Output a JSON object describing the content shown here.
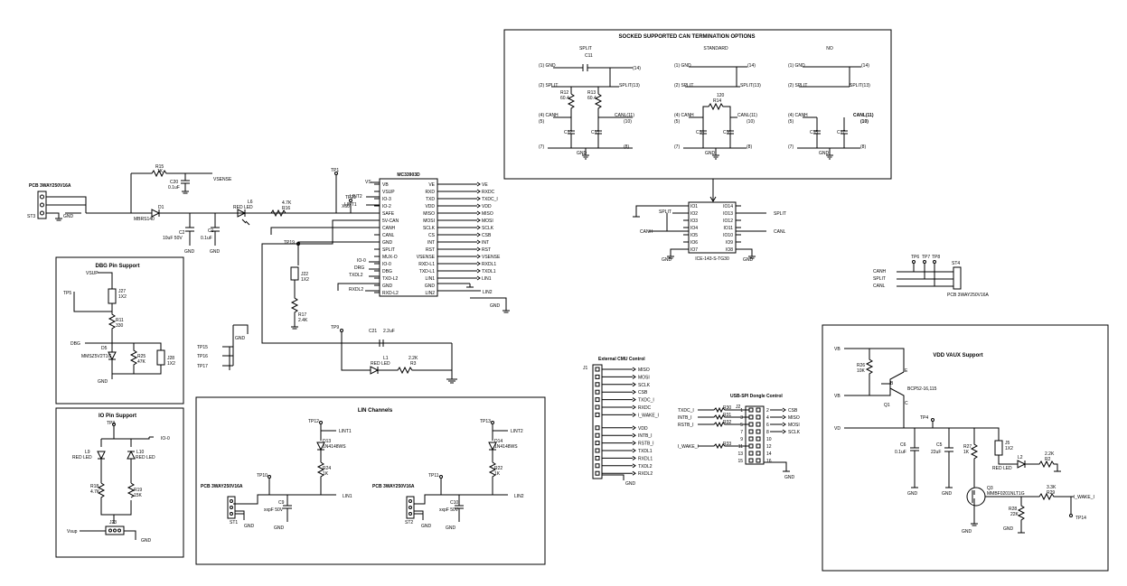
{
  "ic": {
    "part": "MC33903D",
    "left_pins": [
      "VB",
      "VSUP",
      "IO-3",
      "IO-2",
      "SAFE",
      "5V-CAN",
      "CANH",
      "CANL",
      "GND",
      "SPLIT",
      "MUX-O",
      "IO-0",
      "DBG",
      "TXD-L2",
      "GND",
      "RXD-L2"
    ],
    "right_pins": [
      "VE",
      "RXD",
      "TXD",
      "VDD",
      "MISO",
      "MOSI",
      "SCLK",
      "CS",
      "INT",
      "RST",
      "VSENSE",
      "RXD-L1",
      "TXD-L1",
      "LIN1",
      "GND",
      "LIN2"
    ],
    "right_nets": [
      "VE",
      "RXDC",
      "TXDC_I",
      "VDD",
      "MISO",
      "MOSI",
      "SCLK",
      "CSB",
      "INT",
      "RST",
      "VSENSE",
      "RXDL1",
      "TXDL1",
      "LIN1",
      "",
      ""
    ]
  },
  "main": {
    "pcb_label": "PCB 3WAY250V16A",
    "st3": "ST3",
    "gnd": "GND",
    "r15": [
      "R15",
      "1K"
    ],
    "c20": [
      "C20",
      "0.1uF"
    ],
    "vsense": "VSENSE",
    "d1": [
      "D1",
      "MBRS140"
    ],
    "c2": [
      "C2",
      "10uF 50V"
    ],
    "c1": [
      "C1",
      "0.1uF"
    ],
    "l6": [
      "L6",
      "RED LED"
    ],
    "r16": [
      "4.7K",
      "R16"
    ],
    "tp1": "TP1",
    "tp21": "TP21",
    "x60": "X60",
    "vs": "VS",
    "lint2": "LINT2",
    "lint1": "LINT1",
    "tp19": "TP19",
    "j22": [
      "J22",
      "1X2"
    ],
    "r17": [
      "R17",
      "2.4K"
    ],
    "io0": "IO-0",
    "drg": "DRG",
    "txdl2": "TXDL2",
    "rxdl2": "RXDL2",
    "lin2": "LIN2",
    "tp9": "TP9",
    "c21": [
      "C21",
      "2.2uF"
    ],
    "l1": [
      "L1",
      "RED LED"
    ],
    "r3": [
      "2.2K",
      "R3"
    ],
    "tp15": "TP15",
    "tp16": "TP16",
    "tp17": "TP17"
  },
  "can": {
    "title": "SOCKED SUPPORTED CAN TERMINATION OPTIONS",
    "opt1": "SPLIT",
    "opt2": "STANDARD",
    "opt3": "NO",
    "c11": "C11",
    "pins_l": [
      "(1) GND",
      "(2) SPLIT",
      "(4) CANH",
      "(5)",
      "(7)"
    ],
    "pins_r": [
      "(14)",
      "SPLIT(13)",
      "CANL(11)",
      "(10)",
      "(8)"
    ],
    "r12": [
      "R12",
      "60.4"
    ],
    "r13": [
      "R13",
      "60.4"
    ],
    "r14": [
      "120",
      "R14"
    ],
    "c12": "C12",
    "c13": "C13",
    "c14": "C14",
    "c16": "C16",
    "c15": "C15",
    "c17": "C17",
    "gnd": "GND"
  },
  "socket": {
    "part": "ICE-143-S-TG30",
    "left": [
      "IO1",
      "IO2",
      "IO3",
      "IO4",
      "IO5",
      "IO6",
      "IO7"
    ],
    "right": [
      "IO14",
      "IO13",
      "IO12",
      "IO11",
      "IO10",
      "IO9",
      "IO8"
    ],
    "split": "SPLIT",
    "canh": "CANH",
    "canl": "CANL",
    "gnd": "GND"
  },
  "st4": {
    "tp6": "TP6",
    "tp7": "TP7",
    "tp8": "TP8",
    "st4": "ST4",
    "nets": [
      "CANH",
      "SPLIT",
      "CANL"
    ],
    "pcb": "PCB 3WAY250V16A"
  },
  "dbg": {
    "title": "DBG Pin Support",
    "vsup": "VSUP",
    "tp5": "TP5",
    "j27": [
      "J27",
      "1X2"
    ],
    "r11": [
      "R11",
      "330"
    ],
    "dbg": "DBG",
    "d5": [
      "D5",
      "MMSZ5V2T1G"
    ],
    "r25": [
      "R25",
      "47K"
    ],
    "j28": [
      "J28",
      "1X2"
    ],
    "gnd": "GND"
  },
  "io": {
    "title": "IO Pin Support",
    "tp3": "TP3",
    "io0": "IO-0",
    "l9": [
      "L9",
      "RED LED"
    ],
    "l10": [
      "L10",
      "RED LED"
    ],
    "r18": [
      "R18",
      "4.7K"
    ],
    "r19": [
      "R19",
      "15K"
    ],
    "vsup": "Vsup",
    "j23": "J23",
    "gnd": "GND"
  },
  "lin": {
    "title": "LIN Channels",
    "tp12": "TP12",
    "lint1": "LINT1",
    "d13": [
      "D13",
      "1N4148WS"
    ],
    "r24": [
      "R24",
      "1K"
    ],
    "tp10": "TP10",
    "lin1": "LIN1",
    "pcb": "PCB 3WAY250V16A",
    "st1": "ST1",
    "c9": [
      "C9",
      "xxpF 50V"
    ],
    "gnd": "GND",
    "tp13": "TP13",
    "lint2": "LINT2",
    "d14": [
      "D14",
      "1N4148WS"
    ],
    "r22": [
      "R22",
      "1K"
    ],
    "tp11": "TP11",
    "lin2": "LIN2",
    "st2": "ST2",
    "c10": [
      "C10",
      "xxpF 50V"
    ]
  },
  "mcu": {
    "title": "External CMU Control",
    "j1": "J1",
    "signals": [
      "MISO",
      "MOSI",
      "SCLK",
      "CSB",
      "TXDC_I",
      "RXDC",
      "I_WAKE_I",
      "VDD",
      "INTB_I",
      "RSTB_I",
      "TXDL1",
      "RXDL1",
      "TXDL2",
      "RXDL2"
    ],
    "gnd": "GND"
  },
  "usb": {
    "title": "USB-SPI Dongle Control",
    "j2": "J2",
    "left_nets": [
      "TXDC_I",
      "INTB_I",
      "RSTB_I",
      "I_WAKE_I"
    ],
    "resistors": [
      "R30",
      "R31",
      "R32",
      "R33"
    ],
    "pin_nums_l": [
      "1",
      "3",
      "5",
      "7",
      "9",
      "11",
      "13",
      "15"
    ],
    "pin_nums_r": [
      "2",
      "4",
      "6",
      "8",
      "10",
      "12",
      "14",
      "16"
    ],
    "right_nets": [
      "CSB",
      "MISO",
      "MOSI",
      "SCLK"
    ],
    "gnd": "GND"
  },
  "vdd": {
    "title": "VDD VAUX Support",
    "vb": "VB",
    "vb2": "VB",
    "vd": "VD",
    "r26": [
      "R26",
      "10K"
    ],
    "q1": [
      "Q1",
      "BCP52-16,115"
    ],
    "b": "B",
    "e": "E",
    "c": "C",
    "tp4": "TP4",
    "c6": [
      "C6",
      "0.1uF"
    ],
    "c5": [
      "C5",
      "22uF"
    ],
    "r27": [
      "R27",
      "1K"
    ],
    "j5": [
      "J5",
      "1X2"
    ],
    "l2": [
      "L2",
      "RED LED"
    ],
    "r2": [
      "2.2K",
      "R2"
    ],
    "q3": [
      "Q3",
      "MMBF0201NLT1G"
    ],
    "r29": [
      "3.3K",
      "R29"
    ],
    "r28": [
      "R28",
      "22K"
    ],
    "iwake": "I_WAKE_I",
    "tp14": "TP14",
    "gnd": "GND"
  }
}
